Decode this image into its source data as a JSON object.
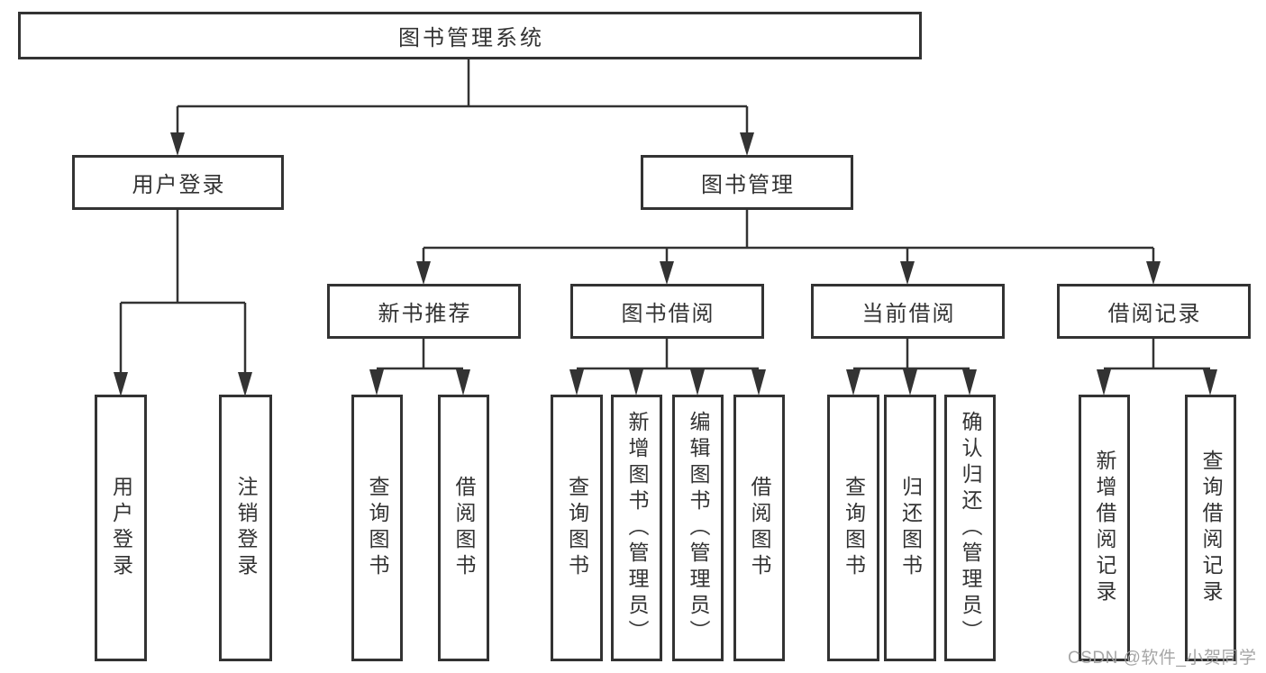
{
  "colors": {
    "background": "#ffffff",
    "line": "#333333",
    "text": "#333333",
    "watermark": "#9e9e9e"
  },
  "tree": {
    "root": {
      "label": "图书管理系统",
      "children": [
        {
          "label": "用户登录",
          "children": [
            {
              "label": "用户登录"
            },
            {
              "label": "注销登录"
            }
          ]
        },
        {
          "label": "图书管理",
          "children": [
            {
              "label": "新书推荐",
              "children": [
                {
                  "label": "查询图书"
                },
                {
                  "label": "借阅图书"
                }
              ]
            },
            {
              "label": "图书借阅",
              "children": [
                {
                  "label": "查询图书"
                },
                {
                  "label": "新增图书（管理员）"
                },
                {
                  "label": "编辑图书（管理员）"
                },
                {
                  "label": "借阅图书"
                }
              ]
            },
            {
              "label": "当前借阅",
              "children": [
                {
                  "label": "查询图书"
                },
                {
                  "label": "归还图书"
                },
                {
                  "label": "确认归还（管理员）"
                }
              ]
            },
            {
              "label": "借阅记录",
              "children": [
                {
                  "label": "新增借阅记录"
                },
                {
                  "label": "查询借阅记录"
                }
              ]
            }
          ]
        }
      ]
    }
  },
  "watermark": {
    "text": "CSDN @软件_小贺同学"
  }
}
